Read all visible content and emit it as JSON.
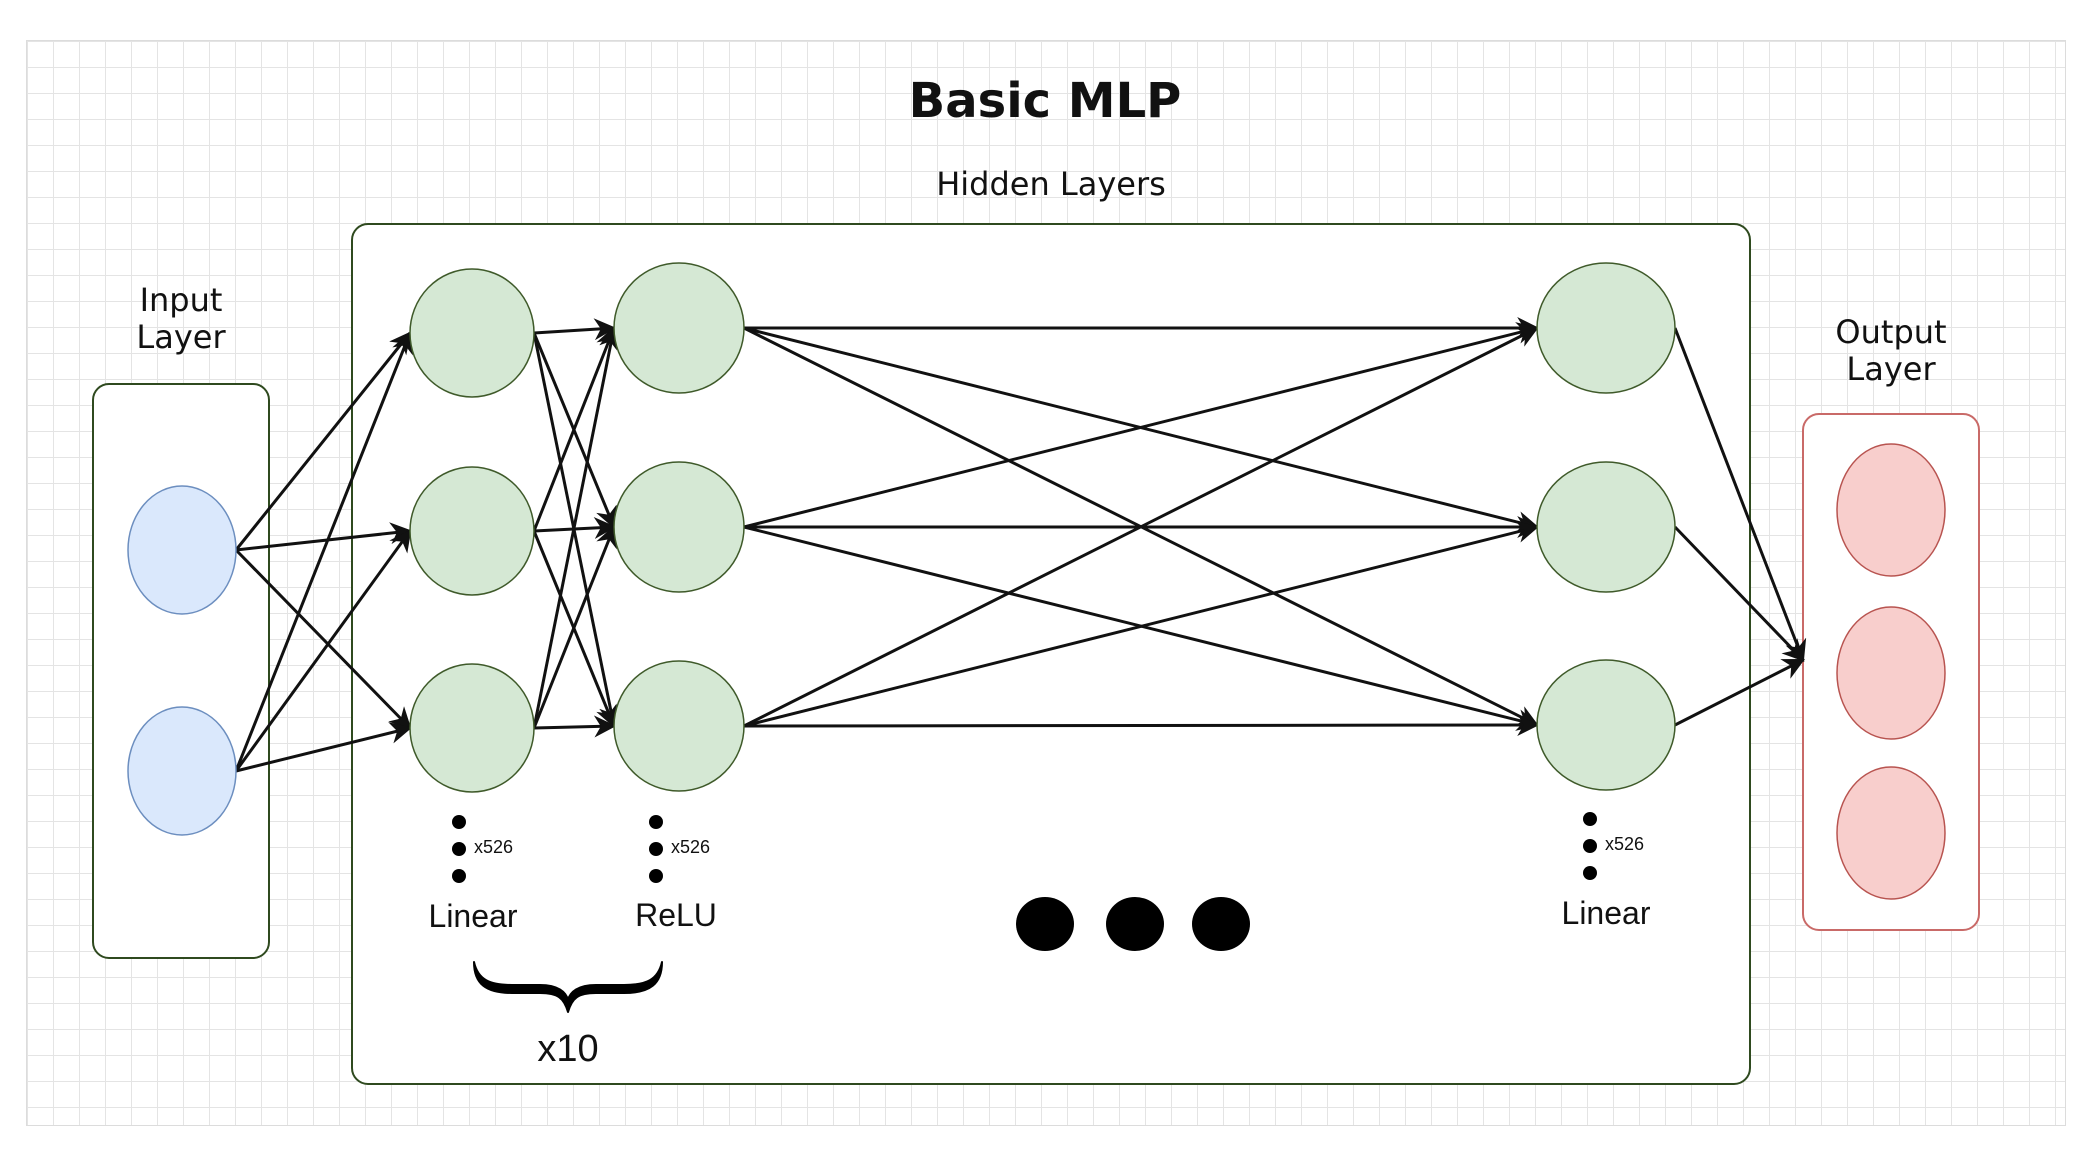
{
  "diagram": {
    "title": "Basic MLP",
    "sections": {
      "input": "Input\nLayer",
      "hidden": "Hidden Layers",
      "output": "Output\nLayer"
    },
    "layers": [
      {
        "type": "Linear",
        "multiplier": "x526"
      },
      {
        "type": "ReLU",
        "multiplier": "x526"
      },
      {
        "type": "Linear",
        "multiplier": "x526"
      }
    ],
    "repeat_label": "x10",
    "colors": {
      "input_fill": "#dae8fc",
      "input_stroke": "#6c8ebf",
      "hidden_fill": "#d5e8d4",
      "hidden_stroke": "#3f5a2a",
      "output_fill": "#f8cecc",
      "output_stroke": "#b85450",
      "container_stroke": "#2f4a1f",
      "output_container_stroke": "#c96a68",
      "edge": "#111111"
    }
  }
}
